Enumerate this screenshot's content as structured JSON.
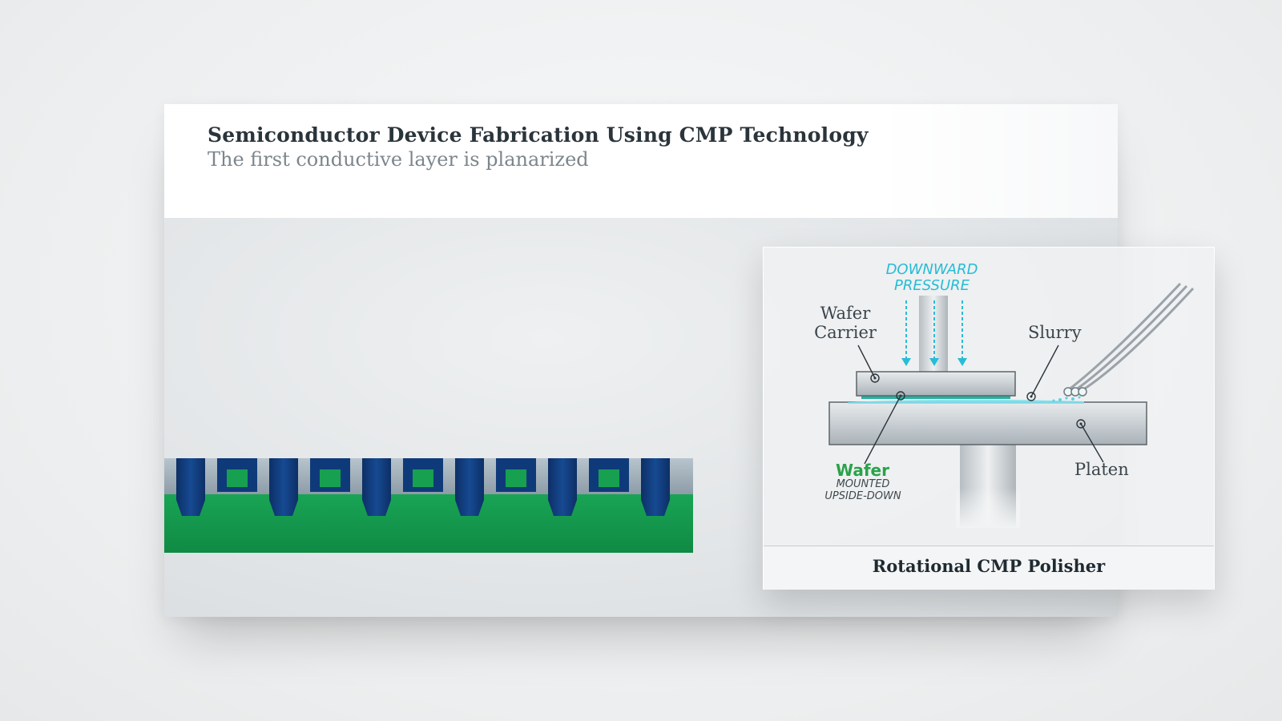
{
  "header": {
    "title": "Semiconductor Device Fabrication Using CMP Technology",
    "subtitle": "The first conductive layer is planarized"
  },
  "inset": {
    "caption": "Rotational CMP Polisher",
    "labels": {
      "pressure_line1": "DOWNWARD",
      "pressure_line2": "PRESSURE",
      "carrier_line1": "Wafer",
      "carrier_line2": "Carrier",
      "slurry": "Slurry",
      "wafer": "Wafer",
      "mounted_line1": "MOUNTED",
      "mounted_line2": "UPSIDE-DOWN",
      "platen": "Platen"
    }
  },
  "colors": {
    "substrate_green": "#11914a",
    "conductor_blue": "#0f3a7a",
    "pressure_cyan": "#28bcd6",
    "wafer_label_green": "#2aa24a"
  }
}
